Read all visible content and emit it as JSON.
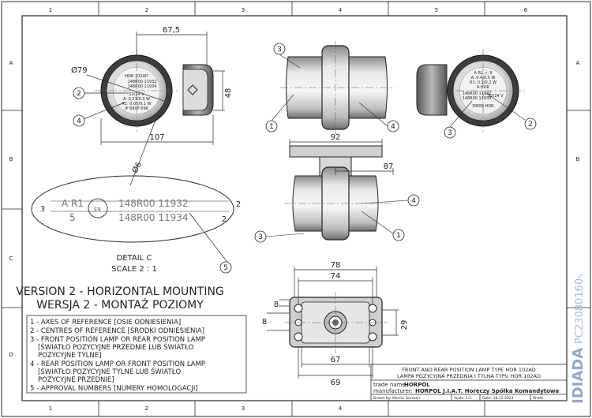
{
  "frame": {
    "col_labels": [
      "1",
      "2",
      "3",
      "4",
      "5",
      "6"
    ],
    "row_labels": [
      "A",
      "B",
      "C",
      "D"
    ]
  },
  "dims": {
    "d_67_5": "67,5",
    "d_48": "48",
    "d_107": "107",
    "d_phi79": "Ø79",
    "d_phi6": "Ø6",
    "d_92": "92",
    "d_87": "87",
    "d_78": "78",
    "d_74": "74",
    "d_8a": "8",
    "d_8b": "8",
    "d_29": "29",
    "d_67": "67",
    "d_69": "69",
    "d_3": "3",
    "d_2a": "2",
    "d_2b": "2"
  },
  "callouts": {
    "c1": "1",
    "c2": "2",
    "c3": "3",
    "c4": "4",
    "c5": "5"
  },
  "lens_front": {
    "l1": "HOR 102AD",
    "l2": "148R00 11932",
    "l3": "148R00 11934",
    "l4": "12/24 V",
    "l5": "A: 0.21/0.3 W",
    "l6": "R1: 0.05/0.1 W",
    "l7": "IP 68/IP 69K"
  },
  "lens_rear": {
    "l1": "A R1 ⓔ 9",
    "l2": "A: 0.4/0.5 W",
    "l3": "R1: 0.1/0.2 W",
    "l4": "A HOR",
    "l5": "148R00 11932",
    "l6": "148R00 11934",
    "l7": "12/24 V",
    "l8": "DM08 HOR"
  },
  "detail": {
    "marking_row1": "A R1",
    "marking_e": "E9",
    "approval1": "148R00 11932",
    "marking_row2": "5",
    "approval2": "148R00 11934",
    "title": "DETAIL C",
    "scale": "SCALE 2 : 1"
  },
  "version": {
    "en": "VERSION 2 - HORIZONTAL MOUNTING",
    "pl": "WERSJA 2 - MONTAŻ POZIOMY"
  },
  "legend": [
    "1 - AXES OF REFERENCE [OSIE ODNIESIENIA]",
    "2 - CENTRES OF REFERENCE [ŚRODKI ODNIESIENIA]",
    "3 - FRONT POSITION LAMP OR REAR POSITION LAMP",
    "[ŚWIATŁO POZYCYJNE PRZEDNIE LUB ŚWIATŁO",
    "POZYCYJNE TYLNE]",
    "4 - REAR POSITION LAMP OR FRONT POSITION LAMP",
    "[ŚWIATŁO POZYCYJNE TYLNE LUB ŚWIATŁO",
    "POZYCYJNE PRZEDNIE]",
    "5 - APPROVAL NUMBERS [NUMERY HOMOLOGACJI]"
  ],
  "title_block": {
    "line1": "FRONT AND REAR POSITION LAMP TYPE HOR 102AD",
    "line2": "LAMPA POZYCYJNA PRZEDNIA I TYLNA TYPU HOR 102AD",
    "trade_label": "trade name: ",
    "trade_value": "HORPOL",
    "manu_label": "manufacturer: ",
    "manu_value": "HORPOL J.I.A.T. Horeczy Spółka Komandytowa",
    "drawn": "Drawn by: Marcin Gorzach",
    "scale": "Scale: 1:2",
    "date": "Date: 18.12.2023",
    "sheet": "Sheet"
  },
  "watermark": {
    "brand": "IDIADA",
    "code": "PC23080160₅"
  },
  "colors": {
    "line": "#2a2a2a",
    "lamp_fill": "#c8c8c8",
    "lamp_dark": "#3a3a3a",
    "watermark": "#8fa8c8"
  }
}
